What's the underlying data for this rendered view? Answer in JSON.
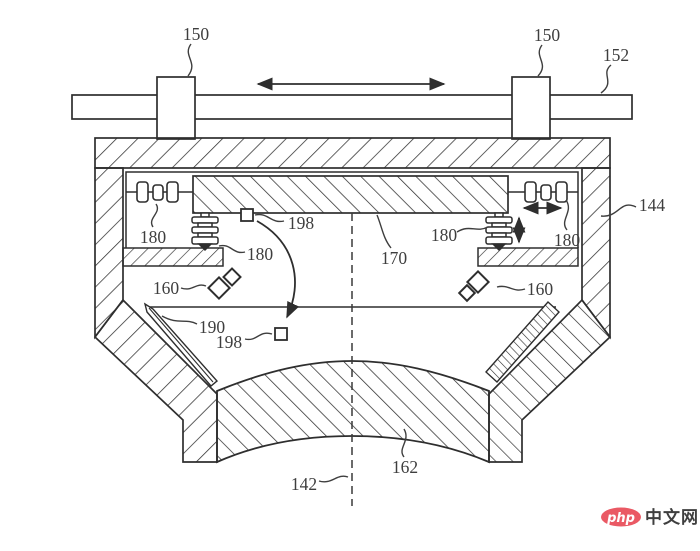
{
  "colors": {
    "ink": "#2e2e2e",
    "label": "#3e3e3e",
    "watermark_red": "#ea5964",
    "watermark_logo_text": "#ffffff",
    "watermark_site_text": "#3f3f3f"
  },
  "labels": {
    "post_left": "150",
    "post_right": "150",
    "rail": "152",
    "housing": "144",
    "sensor_top": "198",
    "spring_left_horizontal": "180",
    "spring_left_vertical": "180",
    "spring_right_vertical": "180",
    "spring_right_horizontal": "180",
    "stage": "170",
    "coil_left": "160",
    "coil_right": "160",
    "ramp": "190",
    "sensor_bottom": "198",
    "lens": "162",
    "optical_axis": "142"
  },
  "watermark": {
    "logo": "php",
    "site": "中文网"
  }
}
